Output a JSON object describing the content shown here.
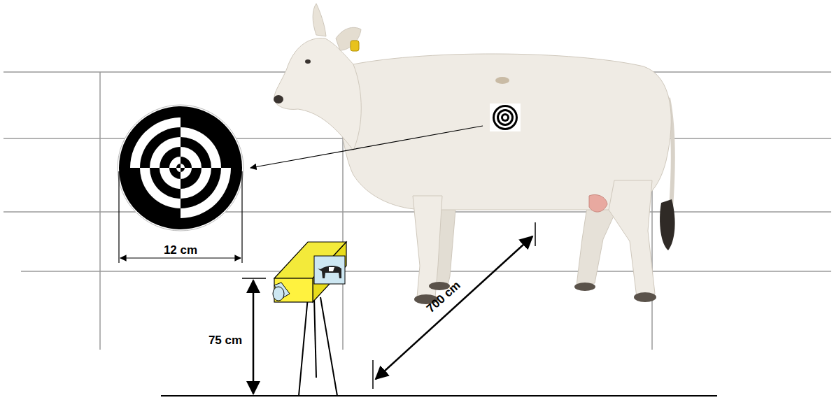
{
  "diagram": {
    "labels": [
      "12 cm",
      "75 cm",
      "700 cm"
    ]
  }
}
